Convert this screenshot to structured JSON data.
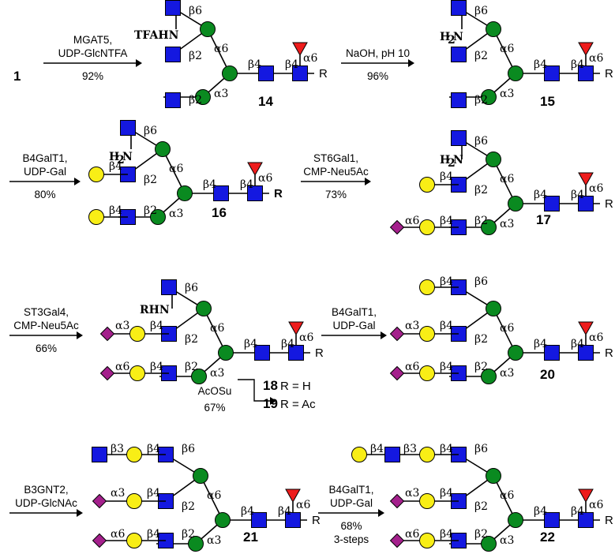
{
  "compounds": {
    "c1": "1",
    "c14": "14",
    "c15": "15",
    "c16": "16",
    "c17": "17",
    "c18": "18",
    "c19": "19",
    "c20": "20",
    "c21": "21",
    "c22": "22"
  },
  "substituents": {
    "tfahn": "TFAHN",
    "h2n": "H",
    "h2n_sub": "2",
    "h2n_n": "N",
    "rhn": "RHN",
    "r": "R",
    "r_bold": "R",
    "r_h": "R = H",
    "r_ac": "R = Ac"
  },
  "linkages": {
    "b2": "β2",
    "b3": "β3",
    "b4": "β4",
    "b6": "β6",
    "a3": "α3",
    "a6": "α6"
  },
  "steps": [
    {
      "lines": [
        "MGAT5,",
        "UDP-GlcNTFA"
      ],
      "yield": "92%"
    },
    {
      "lines": [
        "NaOH, pH 10"
      ],
      "yield": "96%"
    },
    {
      "lines": [
        "B4GalT1,",
        "UDP-Gal"
      ],
      "yield": "80%"
    },
    {
      "lines": [
        "ST6Gal1,",
        "CMP-Neu5Ac"
      ],
      "yield": "73%"
    },
    {
      "lines": [
        "ST3Gal4,",
        "CMP-Neu5Ac"
      ],
      "yield": "66%"
    },
    {
      "lines": [
        "B4GalT1,",
        "UDP-Gal"
      ],
      "yield": ""
    },
    {
      "lines": [
        "AcOSu"
      ],
      "yield": "67%"
    },
    {
      "lines": [
        "B3GNT2,",
        "UDP-GlcNAc"
      ],
      "yield": ""
    },
    {
      "lines": [
        "B4GalT1,",
        "UDP-Gal"
      ],
      "yield": "68%",
      "extra": "3-steps"
    }
  ],
  "legend_colors": {
    "GlcNAc": "#1418e0",
    "Man": "#0a8a20",
    "Gal": "#f8ee16",
    "Fuc": "#ee1c1c",
    "Neu5Ac": "#a4208c"
  }
}
